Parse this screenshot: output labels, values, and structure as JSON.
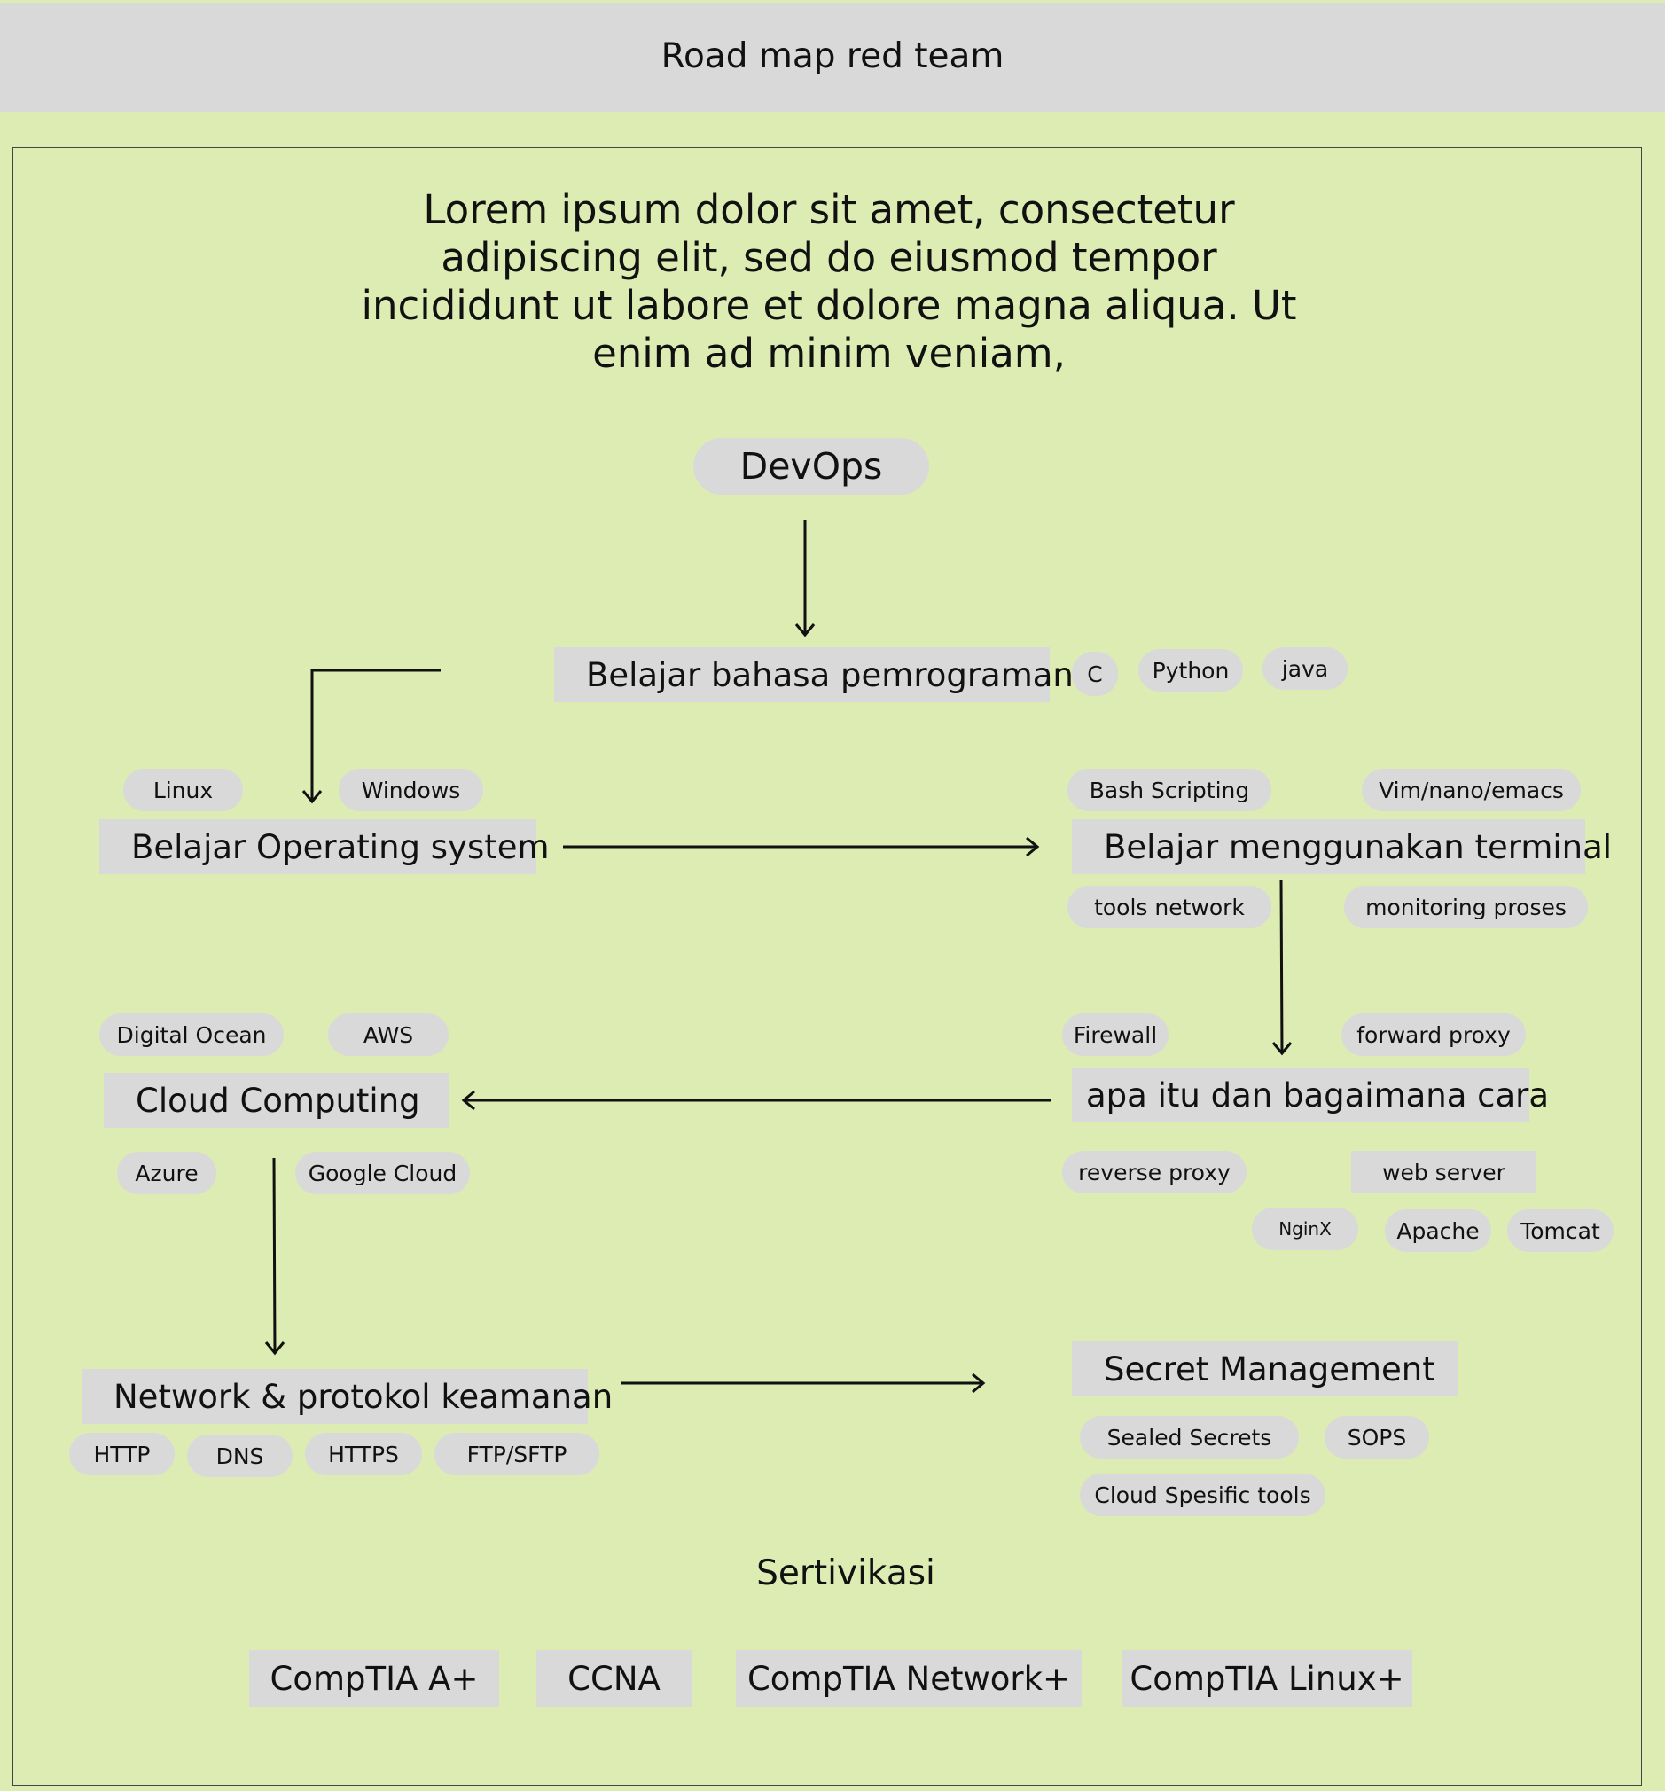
{
  "header": {
    "title": "Road map red team"
  },
  "intro": "Lorem ipsum dolor sit amet, consectetur adipiscing elit, sed do eiusmod tempor incididunt ut labore et dolore magna aliqua. Ut enim ad minim veniam,",
  "root": "DevOps",
  "nodes": {
    "programming": {
      "label": "Belajar bahasa pemrograman",
      "tags": [
        "C",
        "Python",
        "java"
      ]
    },
    "os": {
      "label": "Belajar Operating system",
      "tags": [
        "Linux",
        "Windows"
      ]
    },
    "terminal": {
      "label": "Belajar menggunakan terminal",
      "tags": [
        "Bash Scripting",
        "Vim/nano/emacs",
        "tools network",
        "monitoring proses"
      ]
    },
    "proxy": {
      "label": "apa itu dan bagaimana cara",
      "tags": [
        "Firewall",
        "forward proxy",
        "reverse proxy",
        "web server",
        "NginX",
        "Apache",
        "Tomcat"
      ]
    },
    "cloud": {
      "label": "Cloud Computing",
      "tags": [
        "Digital Ocean",
        "AWS",
        "Azure",
        "Google Cloud"
      ]
    },
    "network": {
      "label": "Network & protokol keamanan",
      "tags": [
        "HTTP",
        "DNS",
        "HTTPS",
        "FTP/SFTP"
      ]
    },
    "secret": {
      "label": "Secret Management",
      "tags": [
        "Sealed Secrets",
        "SOPS",
        "Cloud Spesific tools"
      ]
    }
  },
  "certification": {
    "title": "Sertivikasi",
    "items": [
      "CompTIA A+",
      "CCNA",
      "CompTIA Network+",
      "CompTIA Linux+"
    ]
  }
}
